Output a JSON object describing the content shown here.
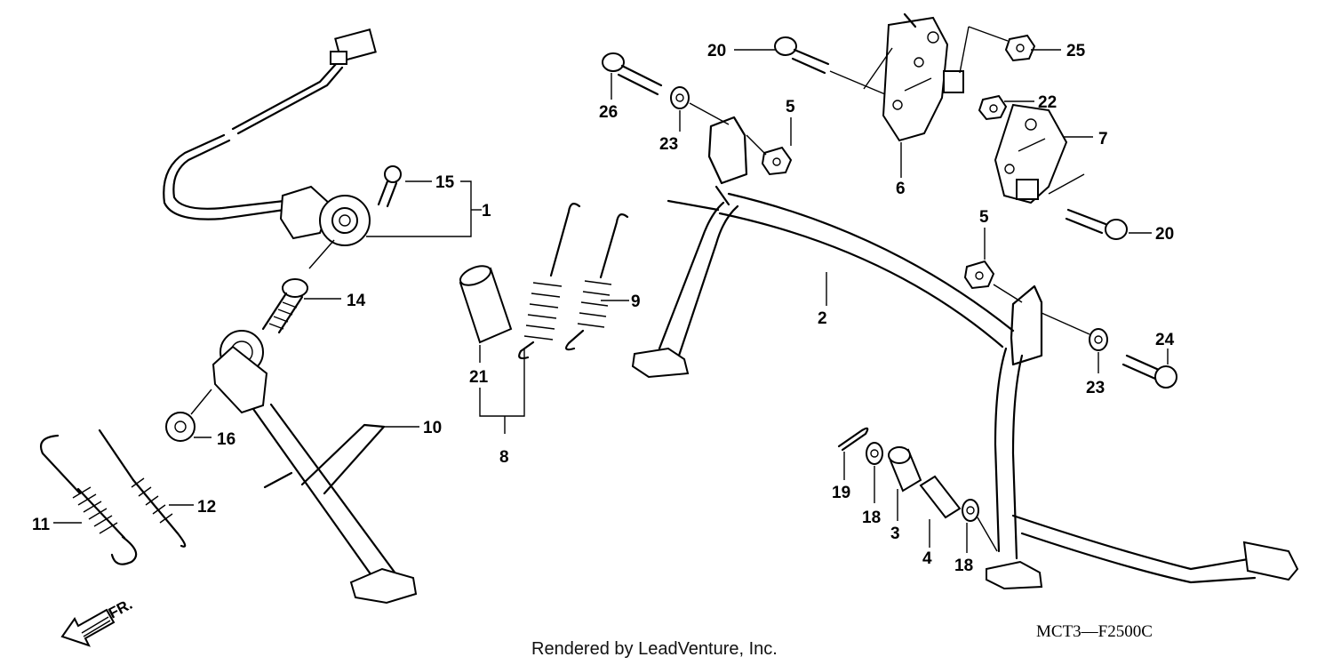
{
  "parts": [
    {
      "id": "label-1",
      "text": "1"
    },
    {
      "id": "label-2",
      "text": "2"
    },
    {
      "id": "label-3",
      "text": "3"
    },
    {
      "id": "label-4",
      "text": "4"
    },
    {
      "id": "label-5a",
      "text": "5"
    },
    {
      "id": "label-5b",
      "text": "5"
    },
    {
      "id": "label-6",
      "text": "6"
    },
    {
      "id": "label-7",
      "text": "7"
    },
    {
      "id": "label-8",
      "text": "8"
    },
    {
      "id": "label-9",
      "text": "9"
    },
    {
      "id": "label-10",
      "text": "10"
    },
    {
      "id": "label-11",
      "text": "11"
    },
    {
      "id": "label-12",
      "text": "12"
    },
    {
      "id": "label-14",
      "text": "14"
    },
    {
      "id": "label-15",
      "text": "15"
    },
    {
      "id": "label-16",
      "text": "16"
    },
    {
      "id": "label-18a",
      "text": "18"
    },
    {
      "id": "label-18b",
      "text": "18"
    },
    {
      "id": "label-19",
      "text": "19"
    },
    {
      "id": "label-20a",
      "text": "20"
    },
    {
      "id": "label-20b",
      "text": "20"
    },
    {
      "id": "label-21",
      "text": "21"
    },
    {
      "id": "label-22",
      "text": "22"
    },
    {
      "id": "label-23a",
      "text": "23"
    },
    {
      "id": "label-23b",
      "text": "23"
    },
    {
      "id": "label-24",
      "text": "24"
    },
    {
      "id": "label-25",
      "text": "25"
    },
    {
      "id": "label-26",
      "text": "26"
    }
  ],
  "front_arrow_label": "FR.",
  "credit": "Rendered by LeadVenture, Inc.",
  "diagram_code": "MCT3—F2500C"
}
